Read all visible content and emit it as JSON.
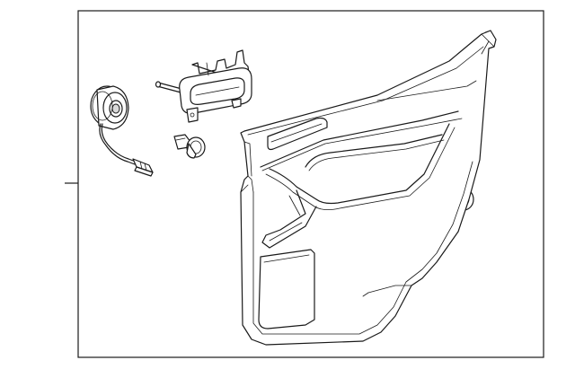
{
  "diagram": {
    "parts": [
      {
        "id": "speaker",
        "icon": "speaker-assembly-icon"
      },
      {
        "id": "speaker-harness",
        "icon": "wire-connector-icon"
      },
      {
        "id": "inside-handle",
        "icon": "door-handle-icon"
      },
      {
        "id": "clip-left",
        "icon": "push-clip-icon"
      },
      {
        "id": "clip-right",
        "icon": "push-clip-icon"
      },
      {
        "id": "door-trim-panel",
        "icon": "door-trim-panel-icon"
      }
    ],
    "colors": {
      "line": "#1a1a1a",
      "background": "#ffffff",
      "frame": "#1a1a1a"
    }
  }
}
